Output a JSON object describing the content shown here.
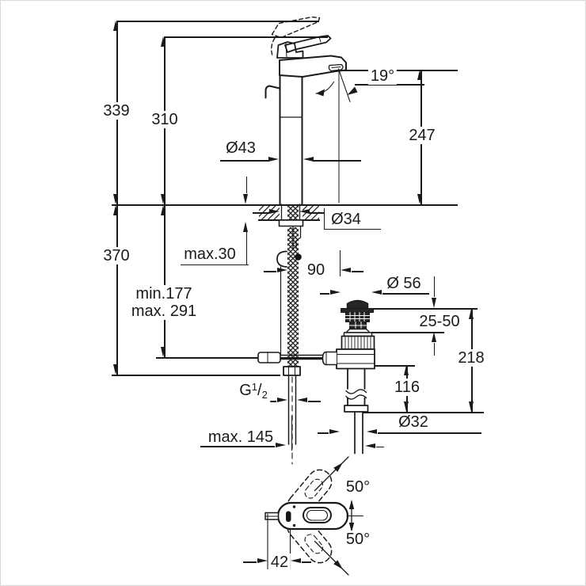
{
  "drawing_type": "faucet installation dimension diagram",
  "colors": {
    "line": "#1a1a1a",
    "background": "#ffffff"
  },
  "dims": {
    "total_height": "339",
    "body_height": "310",
    "spout_angle": "19°",
    "spout_height": "247",
    "body_diameter": "Ø43",
    "shank_diameter": "Ø34",
    "deck_thickness_max": "max.30",
    "below_deck_depth": "370",
    "drain_offset": "90",
    "hose_min": "min.177",
    "hose_max": "max. 291",
    "flange_diameter": "Ø 56",
    "clamping_range": "25-50",
    "drain_height": "218",
    "tailpipe_height": "116",
    "thread_letter": "G",
    "thread_numerator": "1",
    "thread_slash": "/",
    "thread_denominator": "2",
    "projection_max": "max. 145",
    "waste_pipe_diameter": "Ø32",
    "swivel_angle_top": "50°",
    "swivel_angle_bottom": "50°",
    "lever_offset": "42"
  }
}
